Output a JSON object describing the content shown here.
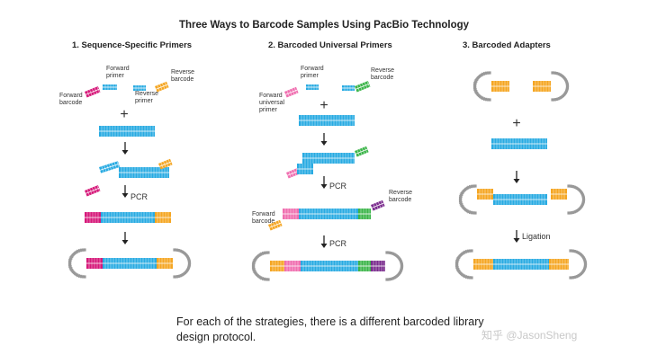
{
  "title": "Three Ways to Barcode Samples Using PacBio Technology",
  "headings": {
    "col1": "1. Sequence-Specific Primers",
    "col2": "2. Barcoded Universal Primers",
    "col3": "3. Barcoded Adapters"
  },
  "labels": {
    "forward_primer": "Forward primer",
    "reverse_barcode": "Reverse barcode",
    "forward_barcode": "Forward barcode",
    "reverse_primer": "Reverse primer",
    "forward_universal_primer": "Forward universal primer",
    "plus": "+",
    "pcr": "PCR",
    "ligation": "Ligation"
  },
  "caption": "For each of the strategies, there is a different barcoded library design protocol.",
  "watermark": "知乎 @JasonSheng",
  "colors": {
    "insert": "#29abe2",
    "magenta": "#d6197a",
    "orange": "#f5a623",
    "pink": "#f06fb0",
    "green": "#3cb54a",
    "purple": "#7b2d8e",
    "hairpin": "#999999"
  }
}
